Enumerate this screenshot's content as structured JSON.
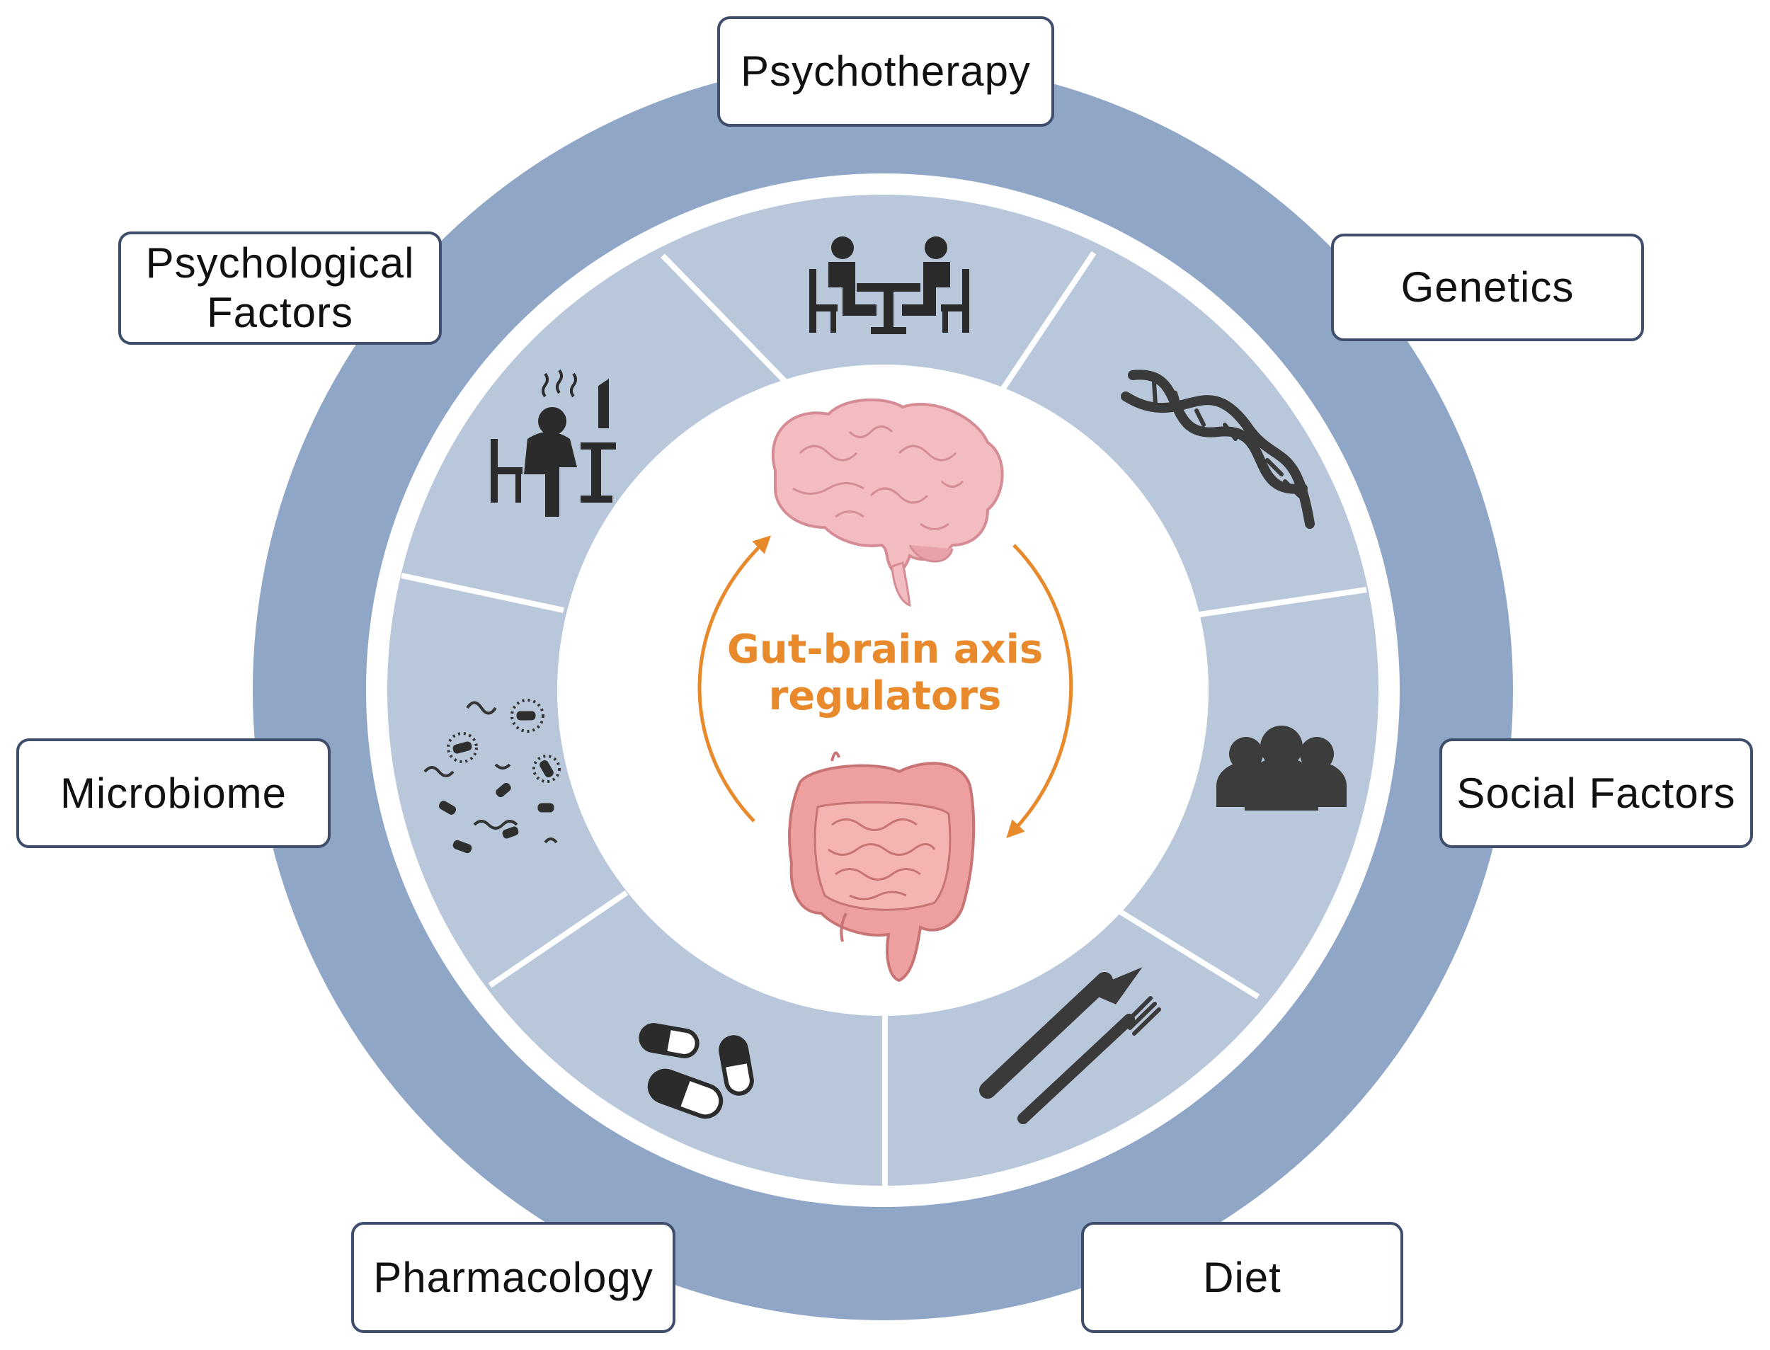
{
  "diagram": {
    "center": {
      "line1": "Gut-brain axis",
      "line2": "regulators"
    },
    "labels": {
      "psychotherapy": "Psychotherapy",
      "genetics": "Genetics",
      "social_factors": "Social Factors",
      "diet": "Diet",
      "pharmacology": "Pharmacology",
      "microbiome": "Microbiome",
      "psychological_line1": "Psychological",
      "psychological_line2": "Factors"
    },
    "colors": {
      "outer_ring": "#8fa6c6",
      "inner_ring": "#b9c7da",
      "accent_orange": "#e8892b",
      "icon_dark": "#2b2b2b",
      "brain_pink": "#f2bcc0",
      "gut_pink": "#eea0a0"
    },
    "icons": [
      "therapy-session-icon",
      "dna-icon",
      "people-group-icon",
      "knife-fork-icon",
      "pills-icon",
      "bacteria-icon",
      "stressed-worker-icon",
      "brain-icon",
      "intestine-icon"
    ]
  }
}
